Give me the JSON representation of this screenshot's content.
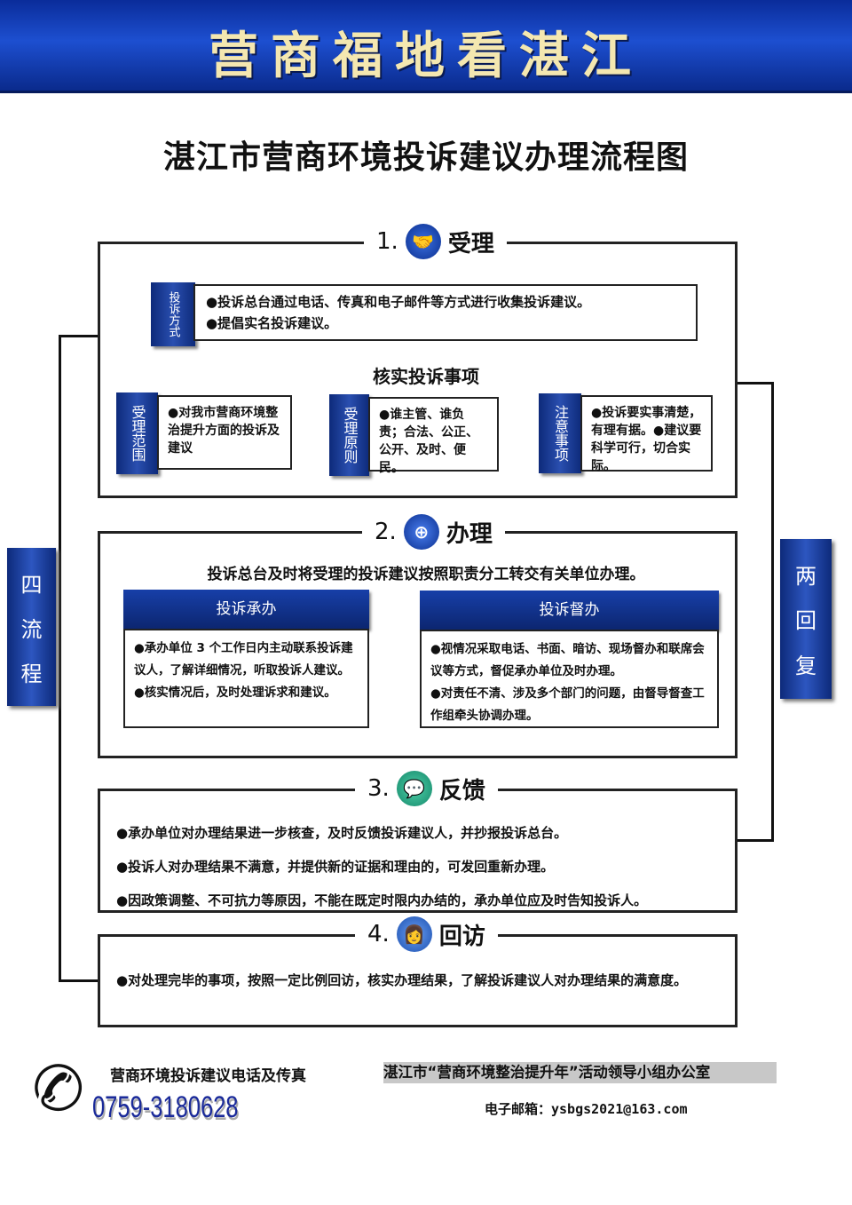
{
  "banner": "营商福地看湛江",
  "title": "湛江市营商环境投诉建议办理流程图",
  "left_label": [
    "四",
    "流",
    "程"
  ],
  "right_label": [
    "两",
    "回",
    "复"
  ],
  "s1": {
    "num": "1.",
    "name": "受理",
    "method_tag": "投诉方式",
    "method": [
      "●投诉总台通过电话、传真和电子邮件等方式进行收集投诉建议。",
      "●提倡实名投诉建议。"
    ],
    "verify": "核实投诉事项",
    "cards": [
      {
        "tag": "受理范围",
        "text": "●对我市营商环境整治提升方面的投诉及建议"
      },
      {
        "tag": "受理原则",
        "text": "●谁主管、谁负责；合法、公正、公开、及时、便民。"
      },
      {
        "tag": "注意事项",
        "text": "●投诉要实事清楚，有理有据。●建议要科学可行，切合实际。"
      }
    ]
  },
  "s2": {
    "num": "2.",
    "name": "办理",
    "intro": "投诉总台及时将受理的投诉建议按照职责分工转交有关单位办理。",
    "left": {
      "title": "投诉承办",
      "items": [
        "●承办单位 3 个工作日内主动联系投诉建议人，了解详细情况，听取投诉人建议。",
        "●核实情况后，及时处理诉求和建议。"
      ]
    },
    "right": {
      "title": "投诉督办",
      "items": [
        "●视情况采取电话、书面、暗访、现场督办和联席会议等方式，督促承办单位及时办理。",
        "●对责任不清、涉及多个部门的问题，由督导督查工作组牵头协调办理。"
      ]
    }
  },
  "s3": {
    "num": "3.",
    "name": "反馈",
    "items": [
      "●承办单位对办理结果进一步核查，及时反馈投诉建议人，并抄报投诉总台。",
      "●投诉人对办理结果不满意，并提供新的证据和理由的，可发回重新办理。",
      "●因政策调整、不可抗力等原因，不能在既定时限内办结的，承办单位应及时告知投诉人。"
    ]
  },
  "s4": {
    "num": "4.",
    "name": "回访",
    "text": "●对处理完毕的事项，按照一定比例回访，核实办理结果，了解投诉建议人对办理结果的满意度。"
  },
  "footer": {
    "phone_label": "营商环境投诉建议电话及传真",
    "phone": "0759-3180628",
    "office": "湛江市“营商环境整治提升年”活动领导小组办公室",
    "email": "电子邮箱：ysbgs2021@163.com"
  }
}
